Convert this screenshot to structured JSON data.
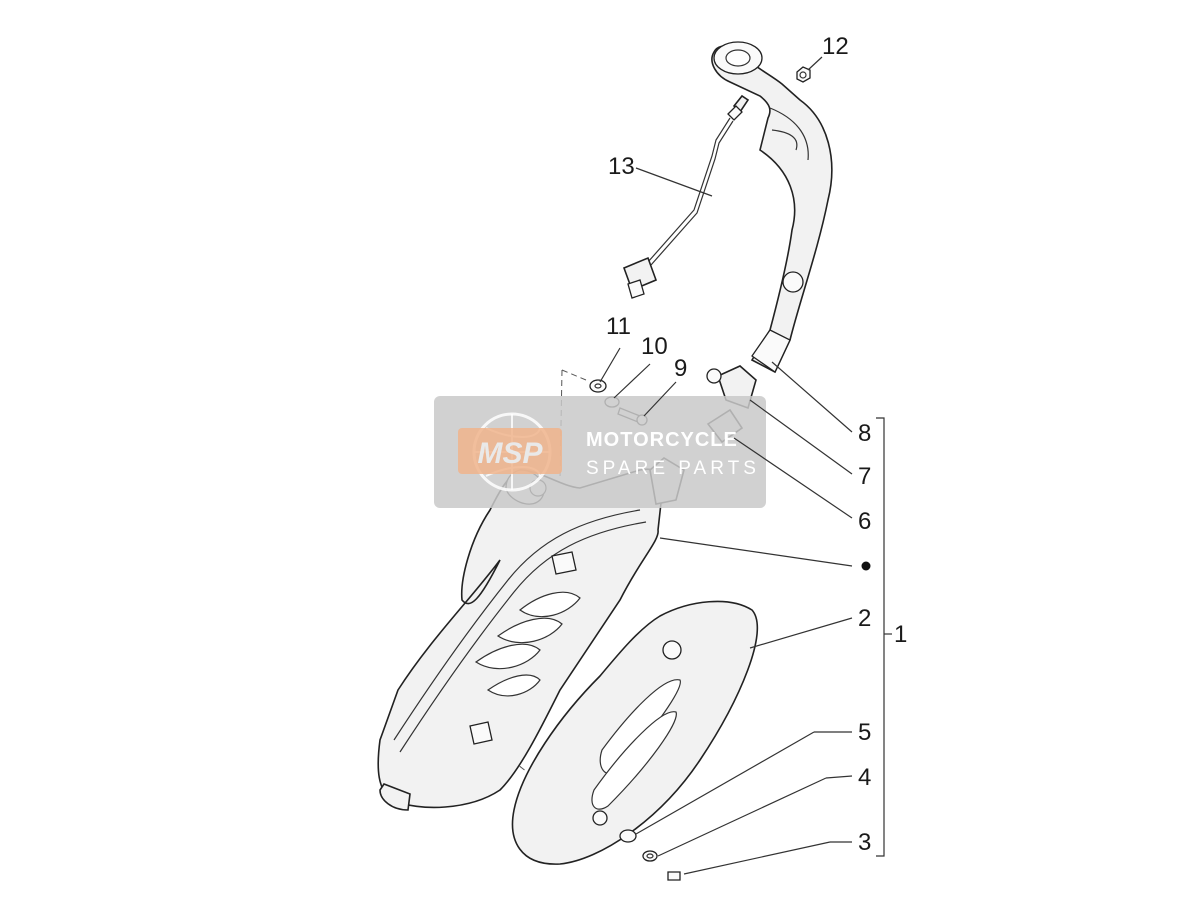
{
  "callouts": {
    "c1": "1",
    "c2": "2",
    "c3": "3",
    "c4": "4",
    "c5": "5",
    "c6": "6",
    "c7": "7",
    "c8": "8",
    "c9": "9",
    "c10": "10",
    "c11": "11",
    "c12": "12",
    "c13": "13"
  },
  "watermark": {
    "logo": "MSP",
    "line1": "MOTORCYCLE",
    "line2": "SPARE PARTS"
  },
  "colors": {
    "watermark_bg": "#c9c9c9",
    "logo_orange": "#f0b48c",
    "line": "#222222"
  }
}
